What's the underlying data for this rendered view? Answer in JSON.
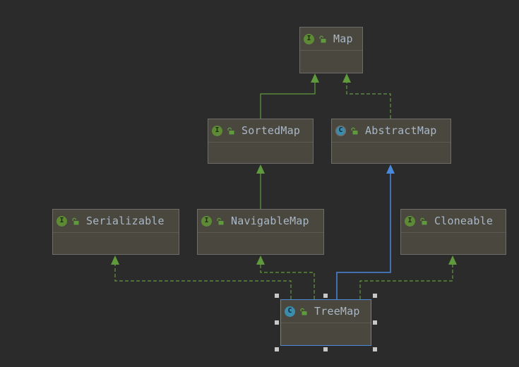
{
  "diagram": {
    "nodes": [
      {
        "id": "map",
        "label": "Map",
        "kind": "I"
      },
      {
        "id": "sortedmap",
        "label": "SortedMap",
        "kind": "I"
      },
      {
        "id": "abstractmap",
        "label": "AbstractMap",
        "kind": "C"
      },
      {
        "id": "serializable",
        "label": "Serializable",
        "kind": "I"
      },
      {
        "id": "navigablemap",
        "label": "NavigableMap",
        "kind": "I"
      },
      {
        "id": "cloneable",
        "label": "Cloneable",
        "kind": "I"
      },
      {
        "id": "treemap",
        "label": "TreeMap",
        "kind": "C"
      }
    ],
    "edges": [
      {
        "from": "sortedmap",
        "to": "map",
        "type": "extends"
      },
      {
        "from": "abstractmap",
        "to": "map",
        "type": "implements"
      },
      {
        "from": "navigablemap",
        "to": "sortedmap",
        "type": "extends"
      },
      {
        "from": "treemap",
        "to": "abstractmap",
        "type": "extends"
      },
      {
        "from": "treemap",
        "to": "serializable",
        "type": "implements"
      },
      {
        "from": "treemap",
        "to": "navigablemap",
        "type": "implements"
      },
      {
        "from": "treemap",
        "to": "cloneable",
        "type": "implements"
      }
    ],
    "selected": "treemap",
    "colors": {
      "background": "#2b2b2b",
      "node_fill": "#49473e",
      "node_border": "#6d6d69",
      "label": "#a9b7c6",
      "interface_edge": "#5f9a3d",
      "class_edge": "#4a88d9",
      "selection": "#4a88d9"
    }
  }
}
